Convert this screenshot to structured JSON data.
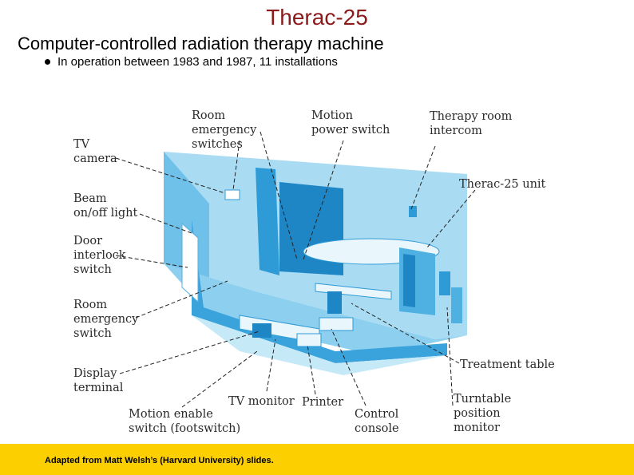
{
  "title": "Therac-25",
  "subtitle": "Computer-controlled radiation therapy machine",
  "bullets": [
    "In operation between 1983 and 1987, 11 installations"
  ],
  "diagram": {
    "labels": {
      "room_emergency_switches": "Room\nemergency\nswitches",
      "motion_power_switch": "Motion\npower switch",
      "therapy_room_intercom": "Therapy room\nintercom",
      "tv_camera": "TV\ncamera",
      "therac25_unit": "Therac-25 unit",
      "beam_onoff_light": "Beam\non/off light",
      "door_interlock_switch": "Door\ninterlock\nswitch",
      "room_emergency_switch": "Room\nemergency\nswitch",
      "treatment_table": "Treatment table",
      "display_terminal": "Display\nterminal",
      "tv_monitor": "TV monitor",
      "printer": "Printer",
      "control_console": "Control\nconsole",
      "turntable_position_monitor": "Turntable\nposition\nmonitor",
      "motion_enable_switch": "Motion enable\nswitch (footswitch)"
    },
    "colors": {
      "room_light": "#a9dcf3",
      "room_mid": "#6fc1ea",
      "room_dark": "#2f9bd6",
      "leader": "#222222"
    }
  },
  "footer": "Adapted from Matt Welsh’s (Harvard University) slides."
}
